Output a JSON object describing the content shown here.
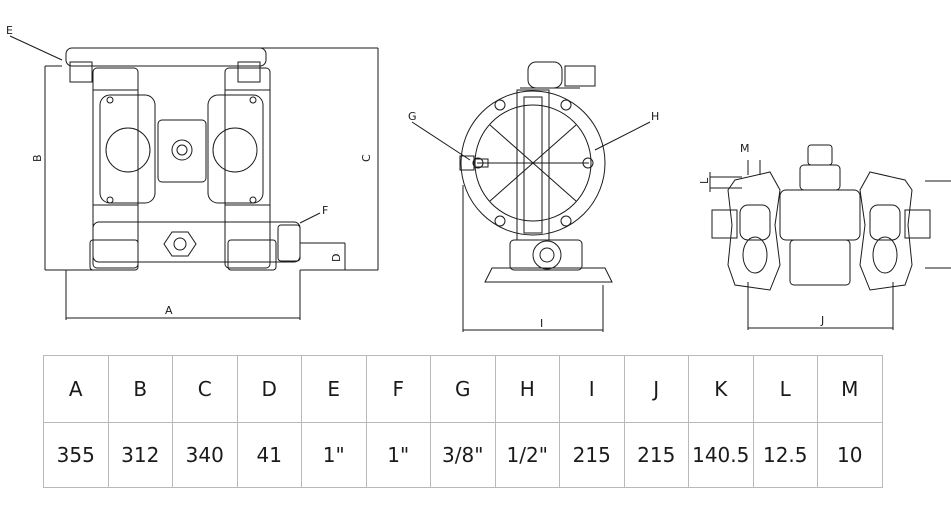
{
  "labels": {
    "E": "E",
    "B": "B",
    "C": "C",
    "F": "F",
    "D": "D",
    "A": "A",
    "G": "G",
    "H": "H",
    "I": "I",
    "M": "M",
    "L": "L",
    "J": "J"
  },
  "table": {
    "headers": [
      "A",
      "B",
      "C",
      "D",
      "E",
      "F",
      "G",
      "H",
      "I",
      "J",
      "K",
      "L",
      "M"
    ],
    "values": [
      "355",
      "312",
      "340",
      "41",
      "1\"",
      "1\"",
      "3/8\"",
      "1/2\"",
      "215",
      "215",
      "140.5",
      "12.5",
      "10"
    ]
  }
}
